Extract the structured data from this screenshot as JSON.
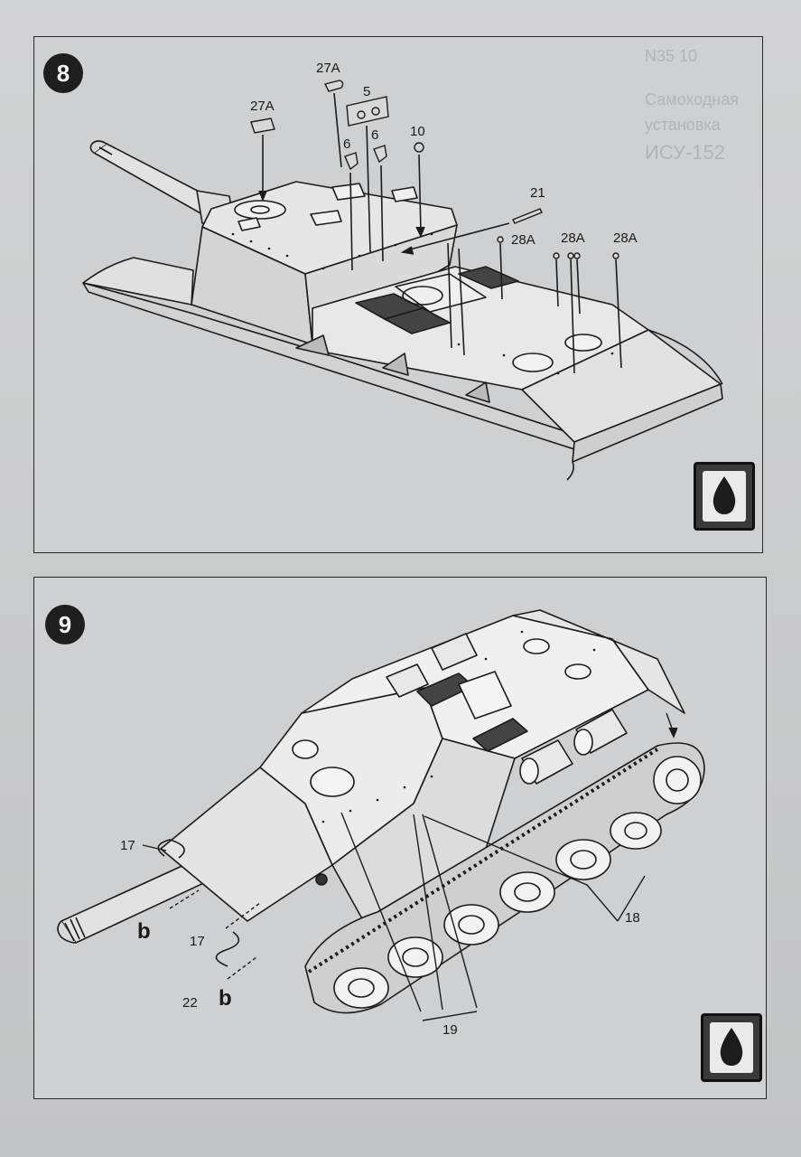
{
  "step8": {
    "number": "8",
    "labels": {
      "p27a_left": "27A",
      "p27a_top": "27A",
      "p5": "5",
      "p6_left": "6",
      "p6_right": "6",
      "p10": "10",
      "p21": "21",
      "p28a_1": "28A",
      "p28a_2": "28A",
      "p28a_3": "28A"
    },
    "background_text": [
      "N35 10",
      "Самоходная",
      "установка",
      "ИСУ-152"
    ]
  },
  "step9": {
    "number": "9",
    "labels": {
      "p17_top": "17",
      "p17_bottom": "17",
      "p22": "22",
      "b_left": "b",
      "b_bottom": "b",
      "p18": "18",
      "p19": "19"
    }
  },
  "icons": [
    "glue-icon",
    "glue-icon"
  ]
}
